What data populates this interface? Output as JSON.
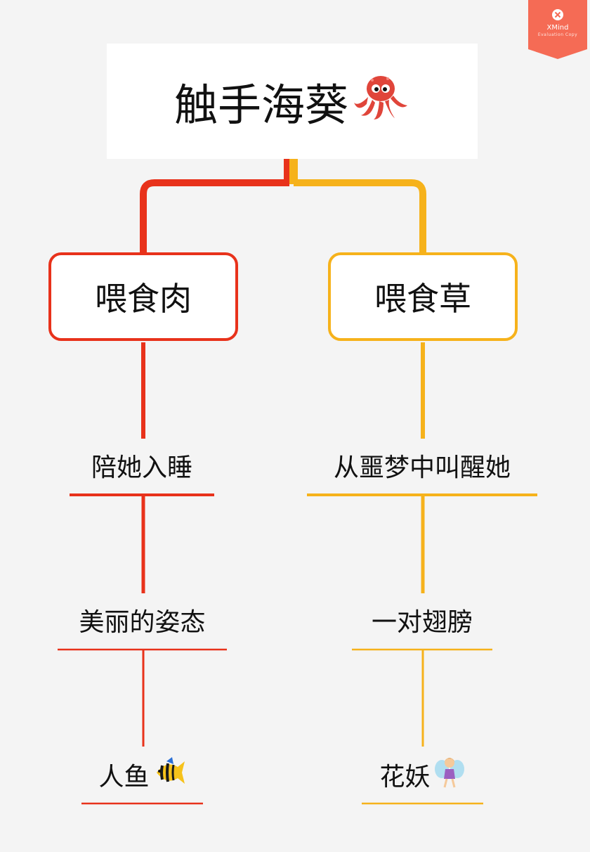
{
  "colors": {
    "background": "#f4f4f4",
    "left_branch": "#e8321b",
    "right_branch": "#f6b21b",
    "ribbon": "#f56b55"
  },
  "watermark": {
    "brand": "XMind",
    "label": "Evaluation Copy",
    "icon": "xmind-logo-icon"
  },
  "root": {
    "label": "触手海葵",
    "icon": "octopus-icon"
  },
  "branches": [
    {
      "label": "喂食肉",
      "children": [
        {
          "label": "陪她入睡"
        },
        {
          "label": "美丽的姿态"
        },
        {
          "label": "人鱼",
          "icon": "tropical-fish-icon"
        }
      ]
    },
    {
      "label": "喂食草",
      "children": [
        {
          "label": "从噩梦中叫醒她"
        },
        {
          "label": "一对翅膀"
        },
        {
          "label": "花妖",
          "icon": "fairy-icon"
        }
      ]
    }
  ]
}
